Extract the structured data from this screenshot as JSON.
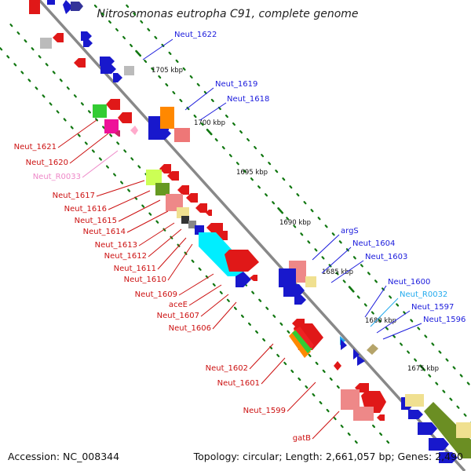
{
  "title": "Nitrosomonas eutropha C91, complete genome",
  "footer": {
    "accession": "Accession: NC_008344",
    "topology": "Topology: circular; Length: 2,661,057 bp; Genes: 2,490"
  },
  "colors": {
    "forward_labels": "#1a1adc",
    "reverse_labels": "#cc1111",
    "rna_reverse": "#ee88c8",
    "rna_forward": "#22aaee",
    "backbone": "#888888",
    "tick_dots": "#117711"
  },
  "kbp_marks": [
    "1705 kbp",
    "1700 kbp",
    "1695 kbp",
    "1690 kbp",
    "1685 kbp",
    "1680 kbp",
    "1675 kbp"
  ],
  "forward_labels": [
    {
      "text": "Neut_1622",
      "color": "#1a1adc"
    },
    {
      "text": "Neut_1619",
      "color": "#1a1adc"
    },
    {
      "text": "Neut_1618",
      "color": "#1a1adc"
    },
    {
      "text": "argS",
      "color": "#1a1adc"
    },
    {
      "text": "Neut_1604",
      "color": "#1a1adc"
    },
    {
      "text": "Neut_1603",
      "color": "#1a1adc"
    },
    {
      "text": "Neut_1600",
      "color": "#1a1adc"
    },
    {
      "text": "Neut_R0032",
      "color": "#22aaee"
    },
    {
      "text": "Neut_1597",
      "color": "#1a1adc"
    },
    {
      "text": "Neut_1596",
      "color": "#1a1adc"
    }
  ],
  "reverse_labels": [
    {
      "text": "Neut_1621",
      "color": "#cc1111"
    },
    {
      "text": "Neut_1620",
      "color": "#cc1111"
    },
    {
      "text": "Neut_R0033",
      "color": "#ee88c8"
    },
    {
      "text": "Neut_1617",
      "color": "#cc1111"
    },
    {
      "text": "Neut_1616",
      "color": "#cc1111"
    },
    {
      "text": "Neut_1615",
      "color": "#cc1111"
    },
    {
      "text": "Neut_1614",
      "color": "#cc1111"
    },
    {
      "text": "Neut_1613",
      "color": "#cc1111"
    },
    {
      "text": "Neut_1612",
      "color": "#cc1111"
    },
    {
      "text": "Neut_1611",
      "color": "#cc1111"
    },
    {
      "text": "Neut_1610",
      "color": "#cc1111"
    },
    {
      "text": "Neut_1609",
      "color": "#cc1111"
    },
    {
      "text": "aceE",
      "color": "#cc1111"
    },
    {
      "text": "Neut_1607",
      "color": "#cc1111"
    },
    {
      "text": "Neut_1606",
      "color": "#cc1111"
    },
    {
      "text": "Neut_1602",
      "color": "#cc1111"
    },
    {
      "text": "Neut_1601",
      "color": "#cc1111"
    },
    {
      "text": "Neut_1599",
      "color": "#cc1111"
    },
    {
      "text": "gatB",
      "color": "#cc1111"
    }
  ]
}
